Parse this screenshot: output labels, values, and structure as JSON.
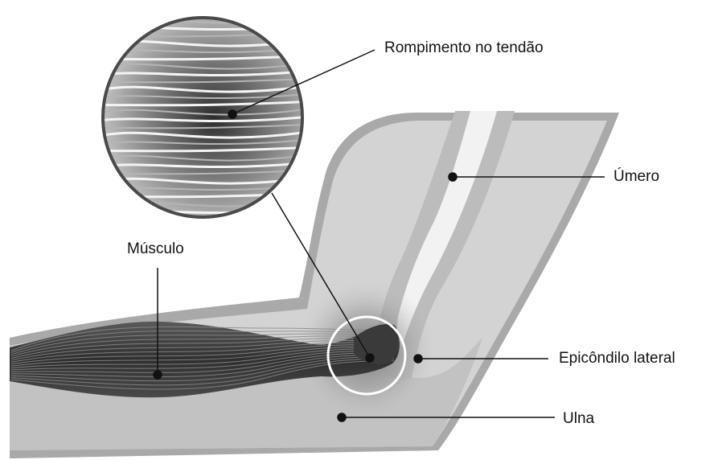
{
  "labels": {
    "tendon_tear": "Rompimento no tendão",
    "humerus": "Úmero",
    "muscle": "Músculo",
    "lateral_epicondyle": "Epicôndilo lateral",
    "ulna": "Ulna"
  },
  "colors": {
    "skin_outer": "#a9a9a9",
    "skin_inner": "#d0d0d0",
    "bone": "#c4c4c4",
    "bone_highlight": "#f2f2f2",
    "muscle_dark": "#3b3b3b",
    "muscle_fiber": "#8a8a8a",
    "leader_line": "#111111",
    "magnifier_ring": "#4a4a4a",
    "focus_ring": "#ffffff"
  }
}
